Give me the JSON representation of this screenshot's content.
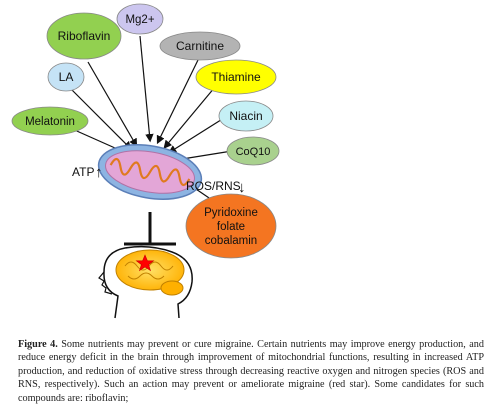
{
  "diagram": {
    "nutrients": [
      {
        "id": "riboflavin",
        "label": "Riboflavin",
        "color": "#92d050"
      },
      {
        "id": "mg",
        "label": "Mg2+",
        "color": "#ccc6ef"
      },
      {
        "id": "carnitine",
        "label": "Carnitine",
        "color": "#b3b3b3"
      },
      {
        "id": "la",
        "label": "LA",
        "color": "#c5e3f6"
      },
      {
        "id": "thiamine",
        "label": "Thiamine",
        "color": "#ffff00"
      },
      {
        "id": "niacin",
        "label": "Niacin",
        "color": "#c5f0f5"
      },
      {
        "id": "melatonin",
        "label": "Melatonin",
        "color": "#92d050"
      },
      {
        "id": "coq10",
        "label": "CoQ10",
        "color": "#a9d18e"
      },
      {
        "id": "b-vitamins",
        "lines": [
          "Pyridoxine",
          "folate",
          "cobalamin"
        ],
        "color": "#f47521"
      }
    ],
    "atp_label": "ATP",
    "ros_label": "ROS/RNS",
    "up_arrow": "↑",
    "down_arrow": "↓"
  },
  "caption": {
    "label": "Figure 4.",
    "text": "Some nutrients may prevent or cure migraine. Certain nutrients may improve energy production, and reduce energy deficit in the brain through improvement of mitochondrial functions, resulting in increased ATP production, and reduction of oxidative stress through decreasing reactive oxygen and nitrogen species (ROS and RNS, respectively). Such an action may prevent or ameliorate migraine (red star). Some candidates for such compounds are: riboflavin;"
  }
}
